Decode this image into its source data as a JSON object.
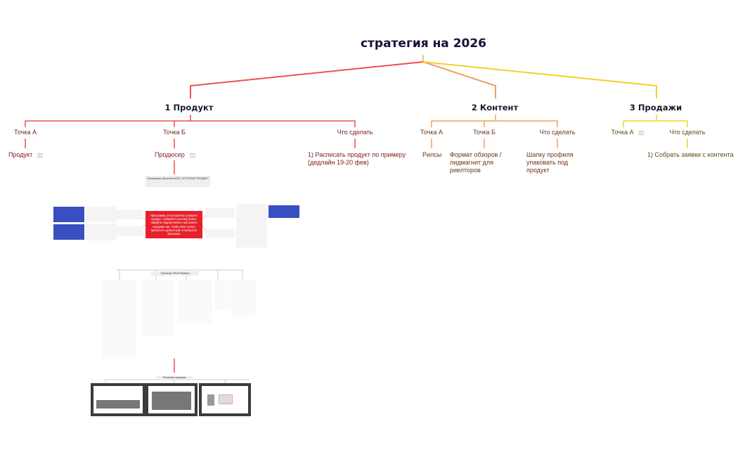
{
  "root": {
    "title": "стратегия на 2026"
  },
  "colors": {
    "red": "#f05050",
    "orange": "#f5a05a",
    "yellow": "#f3d02a"
  },
  "branches": [
    {
      "title": "1 Продукт",
      "children": [
        {
          "label": "Точка А",
          "leaf": "Продукт",
          "note": true
        },
        {
          "label": "Точка Б",
          "leaf": "Продюсер",
          "note": true
        },
        {
          "label": "Что сделать",
          "leaf": "1) Расписать продукт по примеру (дедлайн 19-20 фев)"
        }
      ]
    },
    {
      "title": "2 Контент",
      "children": [
        {
          "label": "Точка А",
          "leaf": "Рилсы"
        },
        {
          "label": "Точка Б",
          "leaf": "Формат обзоров / лидмагнит для риелторов"
        },
        {
          "label": "Что сделать",
          "leaf": "Шапку профиля упаковать под продукт"
        }
      ]
    },
    {
      "title": "3 Продажи",
      "children": [
        {
          "label": "Точка А",
          "note": true
        },
        {
          "label": "Что сделать",
          "leaf": "1) Собрать заявки с контента"
        }
      ]
    }
  ],
  "attachments": {
    "program_label": "Программа обучения БЛОГ, КОТОРЫЙ ПРОДАЕТ",
    "central_card": "Программа, в которой вы упакуете продукт, соберёте систему блога, найдёте подписчиков и настроите продажи так, чтобы блог начал приносить деньги уже в процессе обучения.",
    "stages_title": "ТАЛАНЫ ПРОГРАММЫ",
    "examples_title": "Реальные примеры"
  }
}
